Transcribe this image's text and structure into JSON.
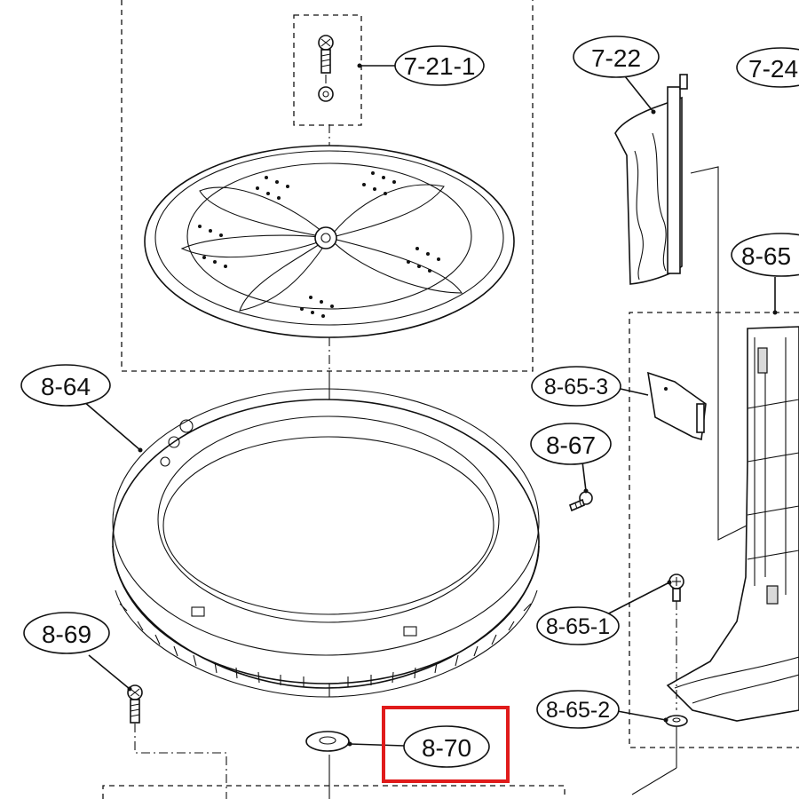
{
  "callouts": {
    "c7_21_1": "7-21-1",
    "c7_22": "7-22",
    "c7_24": "7-24",
    "c8_65": "8-65",
    "c8_64": "8-64",
    "c8_65_3": "8-65-3",
    "c8_67": "8-67",
    "c8_69": "8-69",
    "c8_65_1": "8-65-1",
    "c8_65_2": "8-65-2",
    "c8_70": "8-70"
  },
  "highlight": {
    "target": "8-70",
    "color": "#e01b1b"
  }
}
